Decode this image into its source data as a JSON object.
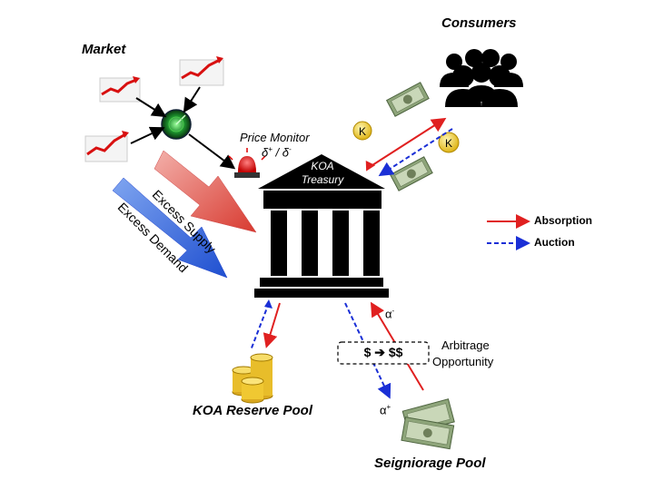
{
  "labels": {
    "market": "Market",
    "consumers": "Consumers",
    "price_monitor": "Price Monitor",
    "delta_plus": "+",
    "delta_minus": "-",
    "treasury_line1": "KOA",
    "treasury_line2": "Treasury",
    "excess_supply": "Excess Supply",
    "excess_demand": "Excess Demand",
    "reserve_pool": "KOA Reserve Pool",
    "seigniorage_pool": "Seigniorage Pool",
    "arbitrage_line1": "Arbitrage",
    "arbitrage_line2": "Opportunity",
    "arbitrage_box": "$ ➔ $$",
    "alpha_minus": "α",
    "alpha_minus_sup": "-",
    "alpha_plus": "α",
    "alpha_plus_sup": "+",
    "coin_letter": "K"
  },
  "legend": {
    "absorption": "Absorption",
    "auction": "Auction"
  },
  "colors": {
    "absorption": "#e02020",
    "auction": "#1a2fd6",
    "supply_arrow": "#e8706a",
    "demand_arrow": "#3d6fe0",
    "building": "#000000",
    "coin": "#f5d93a",
    "dollar": "#7f9a6a"
  },
  "icons": {
    "market_charts": "rising-chart-icon",
    "radar": "radar-icon",
    "siren": "siren-icon",
    "consumers": "people-group-icon",
    "reserve": "gold-coins-icon",
    "seigniorage": "cash-stack-icon"
  }
}
